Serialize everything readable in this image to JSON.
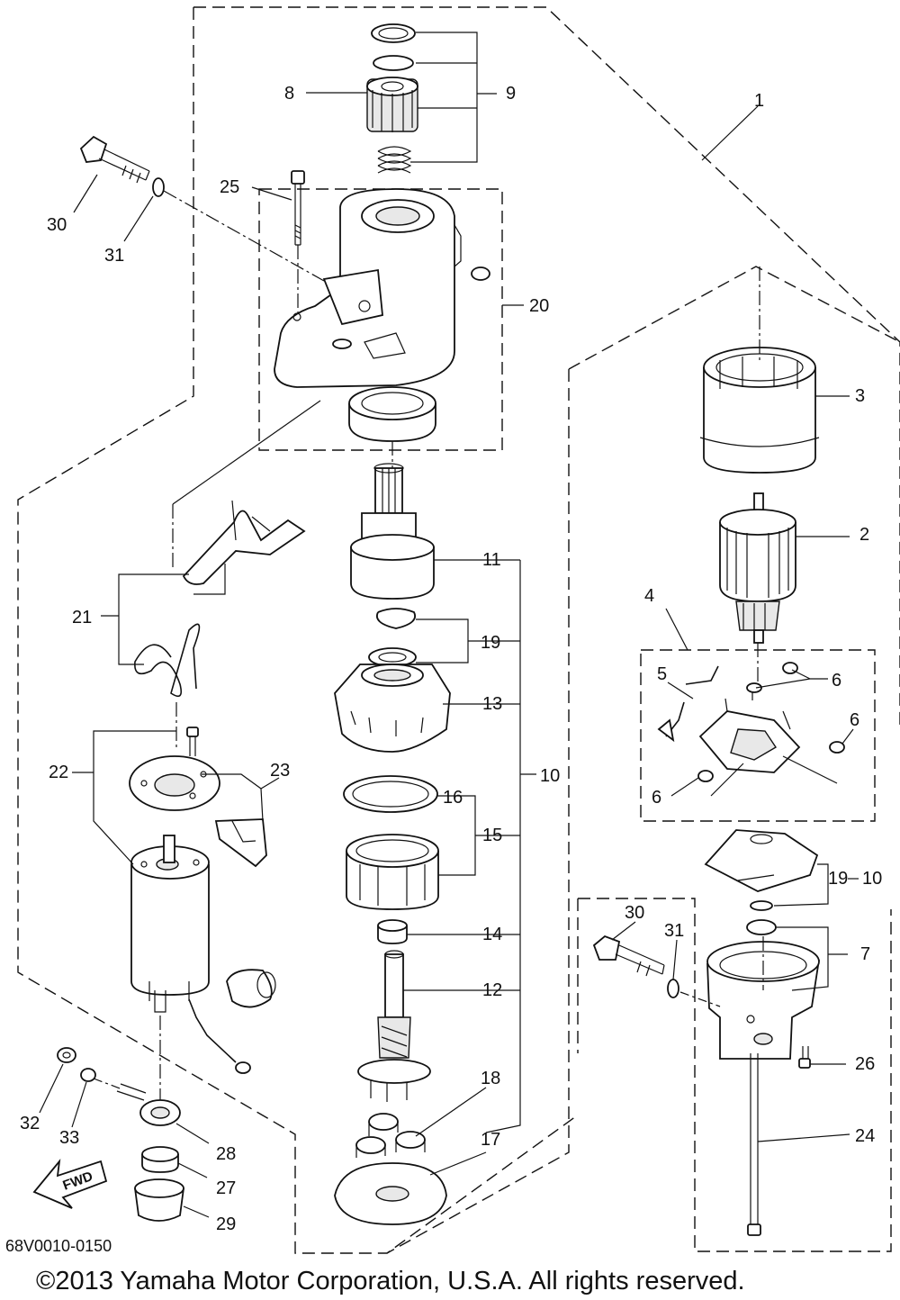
{
  "diagram": {
    "code": "68V0010-0150",
    "copyright": "©2013 Yamaha Motor Corporation, U.S.A. All rights reserved.",
    "fwd_label": "FWD",
    "callouts": {
      "c1": "1",
      "c2": "2",
      "c3": "3",
      "c4": "4",
      "c5": "5",
      "c6a": "6",
      "c6b": "6",
      "c6c": "6",
      "c7": "7",
      "c8": "8",
      "c9": "9",
      "c10a": "10",
      "c10b": "10",
      "c11": "11",
      "c12": "12",
      "c13": "13",
      "c14": "14",
      "c15": "15",
      "c16": "16",
      "c17": "17",
      "c18": "18",
      "c19a": "19",
      "c19b": "19",
      "c20": "20",
      "c21": "21",
      "c22": "22",
      "c23": "23",
      "c24": "24",
      "c25": "25",
      "c26": "26",
      "c27": "27",
      "c28": "28",
      "c29": "29",
      "c30a": "30",
      "c30b": "30",
      "c31a": "31",
      "c31b": "31",
      "c32": "32",
      "c33": "33"
    }
  }
}
